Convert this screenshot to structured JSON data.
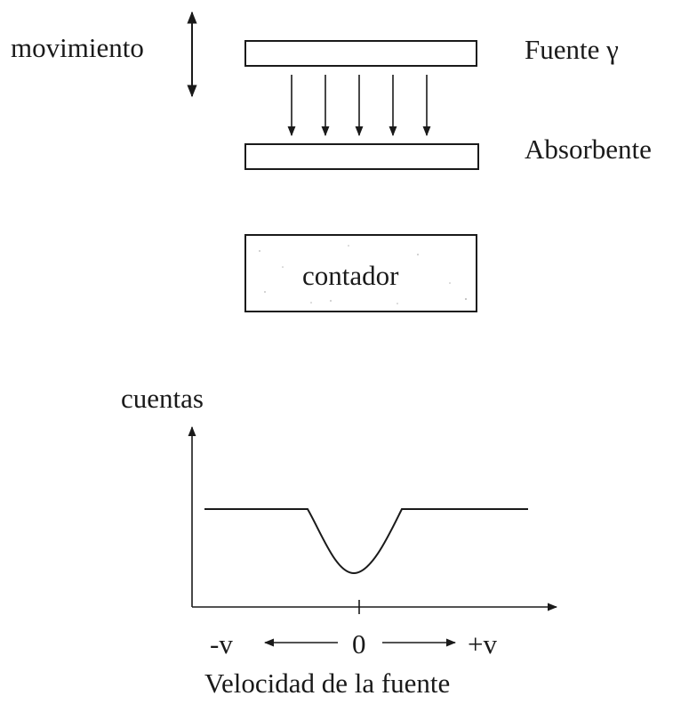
{
  "labels": {
    "motion": "movimiento",
    "source": "Fuente γ",
    "absorber": "Absorbente",
    "counter": "contador",
    "y_axis": "cuentas",
    "tick_neg": "-v",
    "tick_zero": "0",
    "tick_pos": "+v",
    "x_axis": "Velocidad de la fuente"
  },
  "colors": {
    "ink": "#1a1a1a",
    "speckle": "#b5b5b5"
  },
  "gamma_ray_count": 5
}
